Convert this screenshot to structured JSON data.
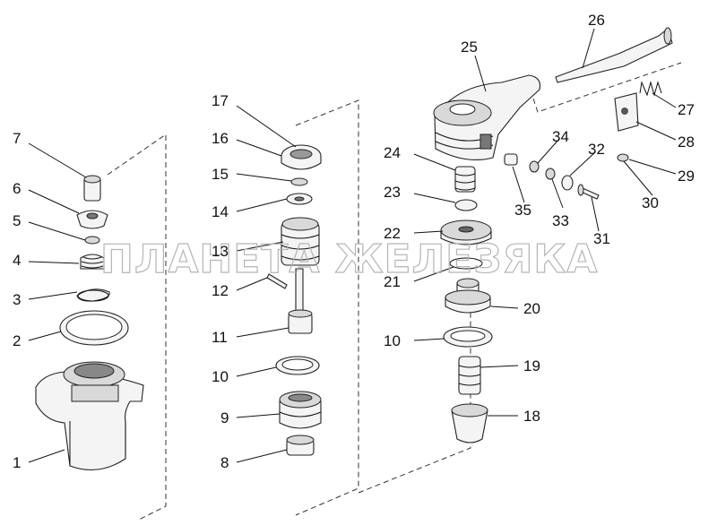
{
  "watermark": "ПЛАНЕТА ЖЕЛЕЗЯКА",
  "callouts": {
    "c1": "1",
    "c2": "2",
    "c3": "3",
    "c4": "4",
    "c5": "5",
    "c6": "6",
    "c7": "7",
    "c8": "8",
    "c9": "9",
    "c10a": "10",
    "c11": "11",
    "c12": "12",
    "c13": "13",
    "c14": "14",
    "c15": "15",
    "c16": "16",
    "c17": "17",
    "c10b": "10",
    "c18": "18",
    "c19": "19",
    "c20": "20",
    "c21": "21",
    "c22": "22",
    "c23": "23",
    "c24": "24",
    "c25": "25",
    "c26": "26",
    "c27": "27",
    "c28": "28",
    "c29": "29",
    "c30": "30",
    "c31": "31",
    "c32": "32",
    "c33": "33",
    "c34": "34",
    "c35": "35"
  }
}
